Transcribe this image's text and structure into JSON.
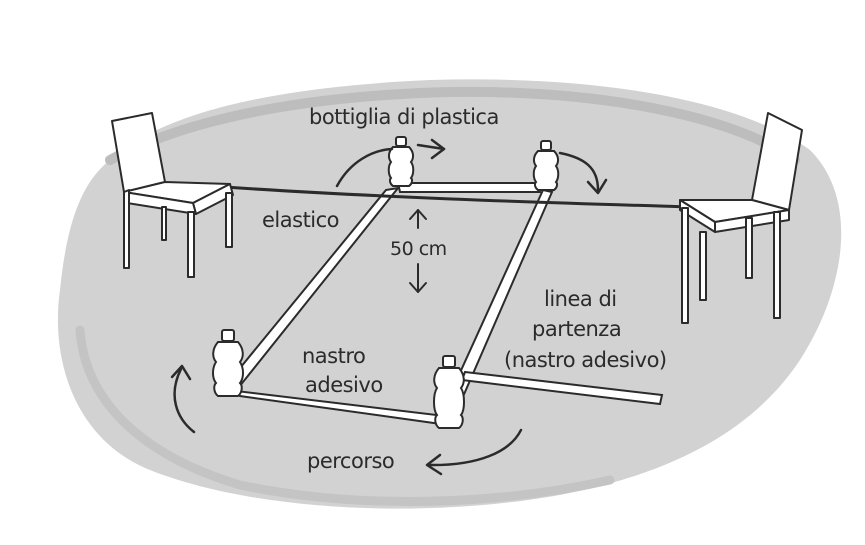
{
  "labels": {
    "bottle": "bottiglia di plastica",
    "elastic": "elastico",
    "height": "50 cm",
    "tape": [
      "nastro",
      "adesivo"
    ],
    "start_line": [
      "linea di",
      "partenza",
      "(nastro adesivo)"
    ],
    "route": "percorso"
  },
  "colors": {
    "background_blob": "#d2d2d2",
    "blob_edge": "#bdbdbd",
    "ink": "#2b2b2b",
    "chair_fill": "#ffffff",
    "tape_fill": "#ffffff"
  }
}
